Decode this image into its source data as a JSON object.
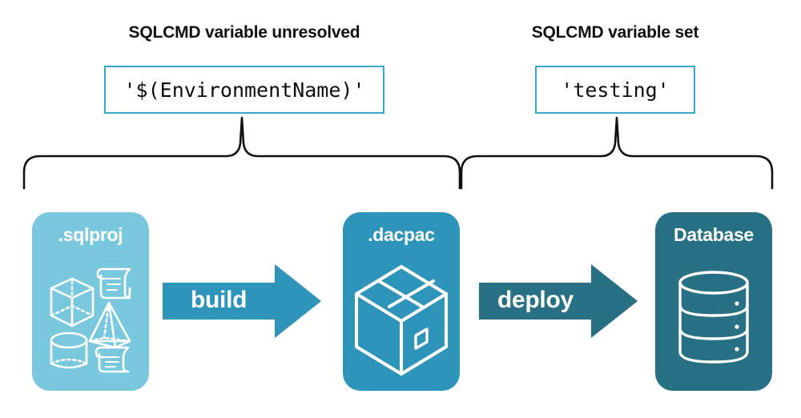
{
  "diagram": {
    "title_hidden": "",
    "sections": [
      {
        "id": "left",
        "heading": "SQLCMD variable unresolved",
        "code_value": "'$(EnvironmentName)'",
        "brace_label": "left-brace"
      },
      {
        "id": "right",
        "heading": "SQLCMD variable set",
        "code_value": "'testing'",
        "brace_label": "right-brace"
      }
    ],
    "stages": [
      {
        "id": "sqlproj",
        "label": ".sqlproj",
        "icon": "database-objects-icon",
        "color": "#7ac8dd"
      },
      {
        "id": "dacpac",
        "label": ".dacpac",
        "icon": "package-box-icon",
        "color": "#2e94b9"
      },
      {
        "id": "database",
        "label": "Database",
        "icon": "database-cylinder-icon",
        "color": "#287083"
      }
    ],
    "transitions": [
      {
        "id": "build",
        "label": "build",
        "color": "#2e94b9"
      },
      {
        "id": "deploy",
        "label": "deploy",
        "color": "#287083"
      }
    ],
    "colors": {
      "code_box_border": "#3aa8c8",
      "brace_stroke": "#111111",
      "background": "#ffffff",
      "heading_text": "#111111",
      "card_text": "#ffffff"
    }
  }
}
